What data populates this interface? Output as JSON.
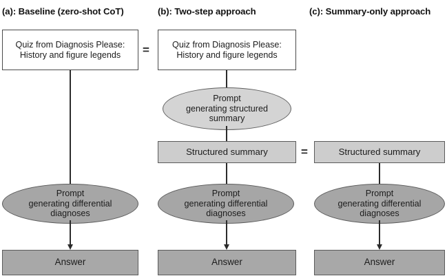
{
  "figure": {
    "columns": [
      {
        "id": "a",
        "header": "(a): Baseline (zero-shot CoT)",
        "nodes": {
          "quiz": "Quiz from Diagnosis Please:\nHistory and figure legends",
          "prompt_dx": "Prompt\ngenerating differential\ndiagnoses",
          "answer": "Answer"
        }
      },
      {
        "id": "b",
        "header": "(b): Two-step approach",
        "nodes": {
          "quiz": "Quiz from Diagnosis Please:\nHistory and figure legends",
          "prompt_summary": "Prompt\ngenerating structured\nsummary",
          "structured_summary": "Structured summary",
          "prompt_dx": "Prompt\ngenerating differential\ndiagnoses",
          "answer": "Answer"
        }
      },
      {
        "id": "c",
        "header": "(c): Summary-only approach",
        "nodes": {
          "structured_summary": "Structured summary",
          "prompt_dx": "Prompt\ngenerating differential\ndiagnoses",
          "answer": "Answer"
        }
      }
    ],
    "equals_signs": [
      {
        "id": "eq-quiz",
        "label": "="
      },
      {
        "id": "eq-summary",
        "label": "="
      }
    ],
    "colors": {
      "background": "#ffffff",
      "quiz_box_fill": "#ffffff",
      "quiz_box_border": "#4a4a4a",
      "summary_box_fill": "#cdcdcd",
      "light_ellipse_fill": "#d4d4d4",
      "dark_ellipse_fill": "#a6a6a6",
      "answer_box_fill": "#a8a8a8",
      "connector": "#2b2b2b",
      "text": "#1c1c1c"
    }
  }
}
